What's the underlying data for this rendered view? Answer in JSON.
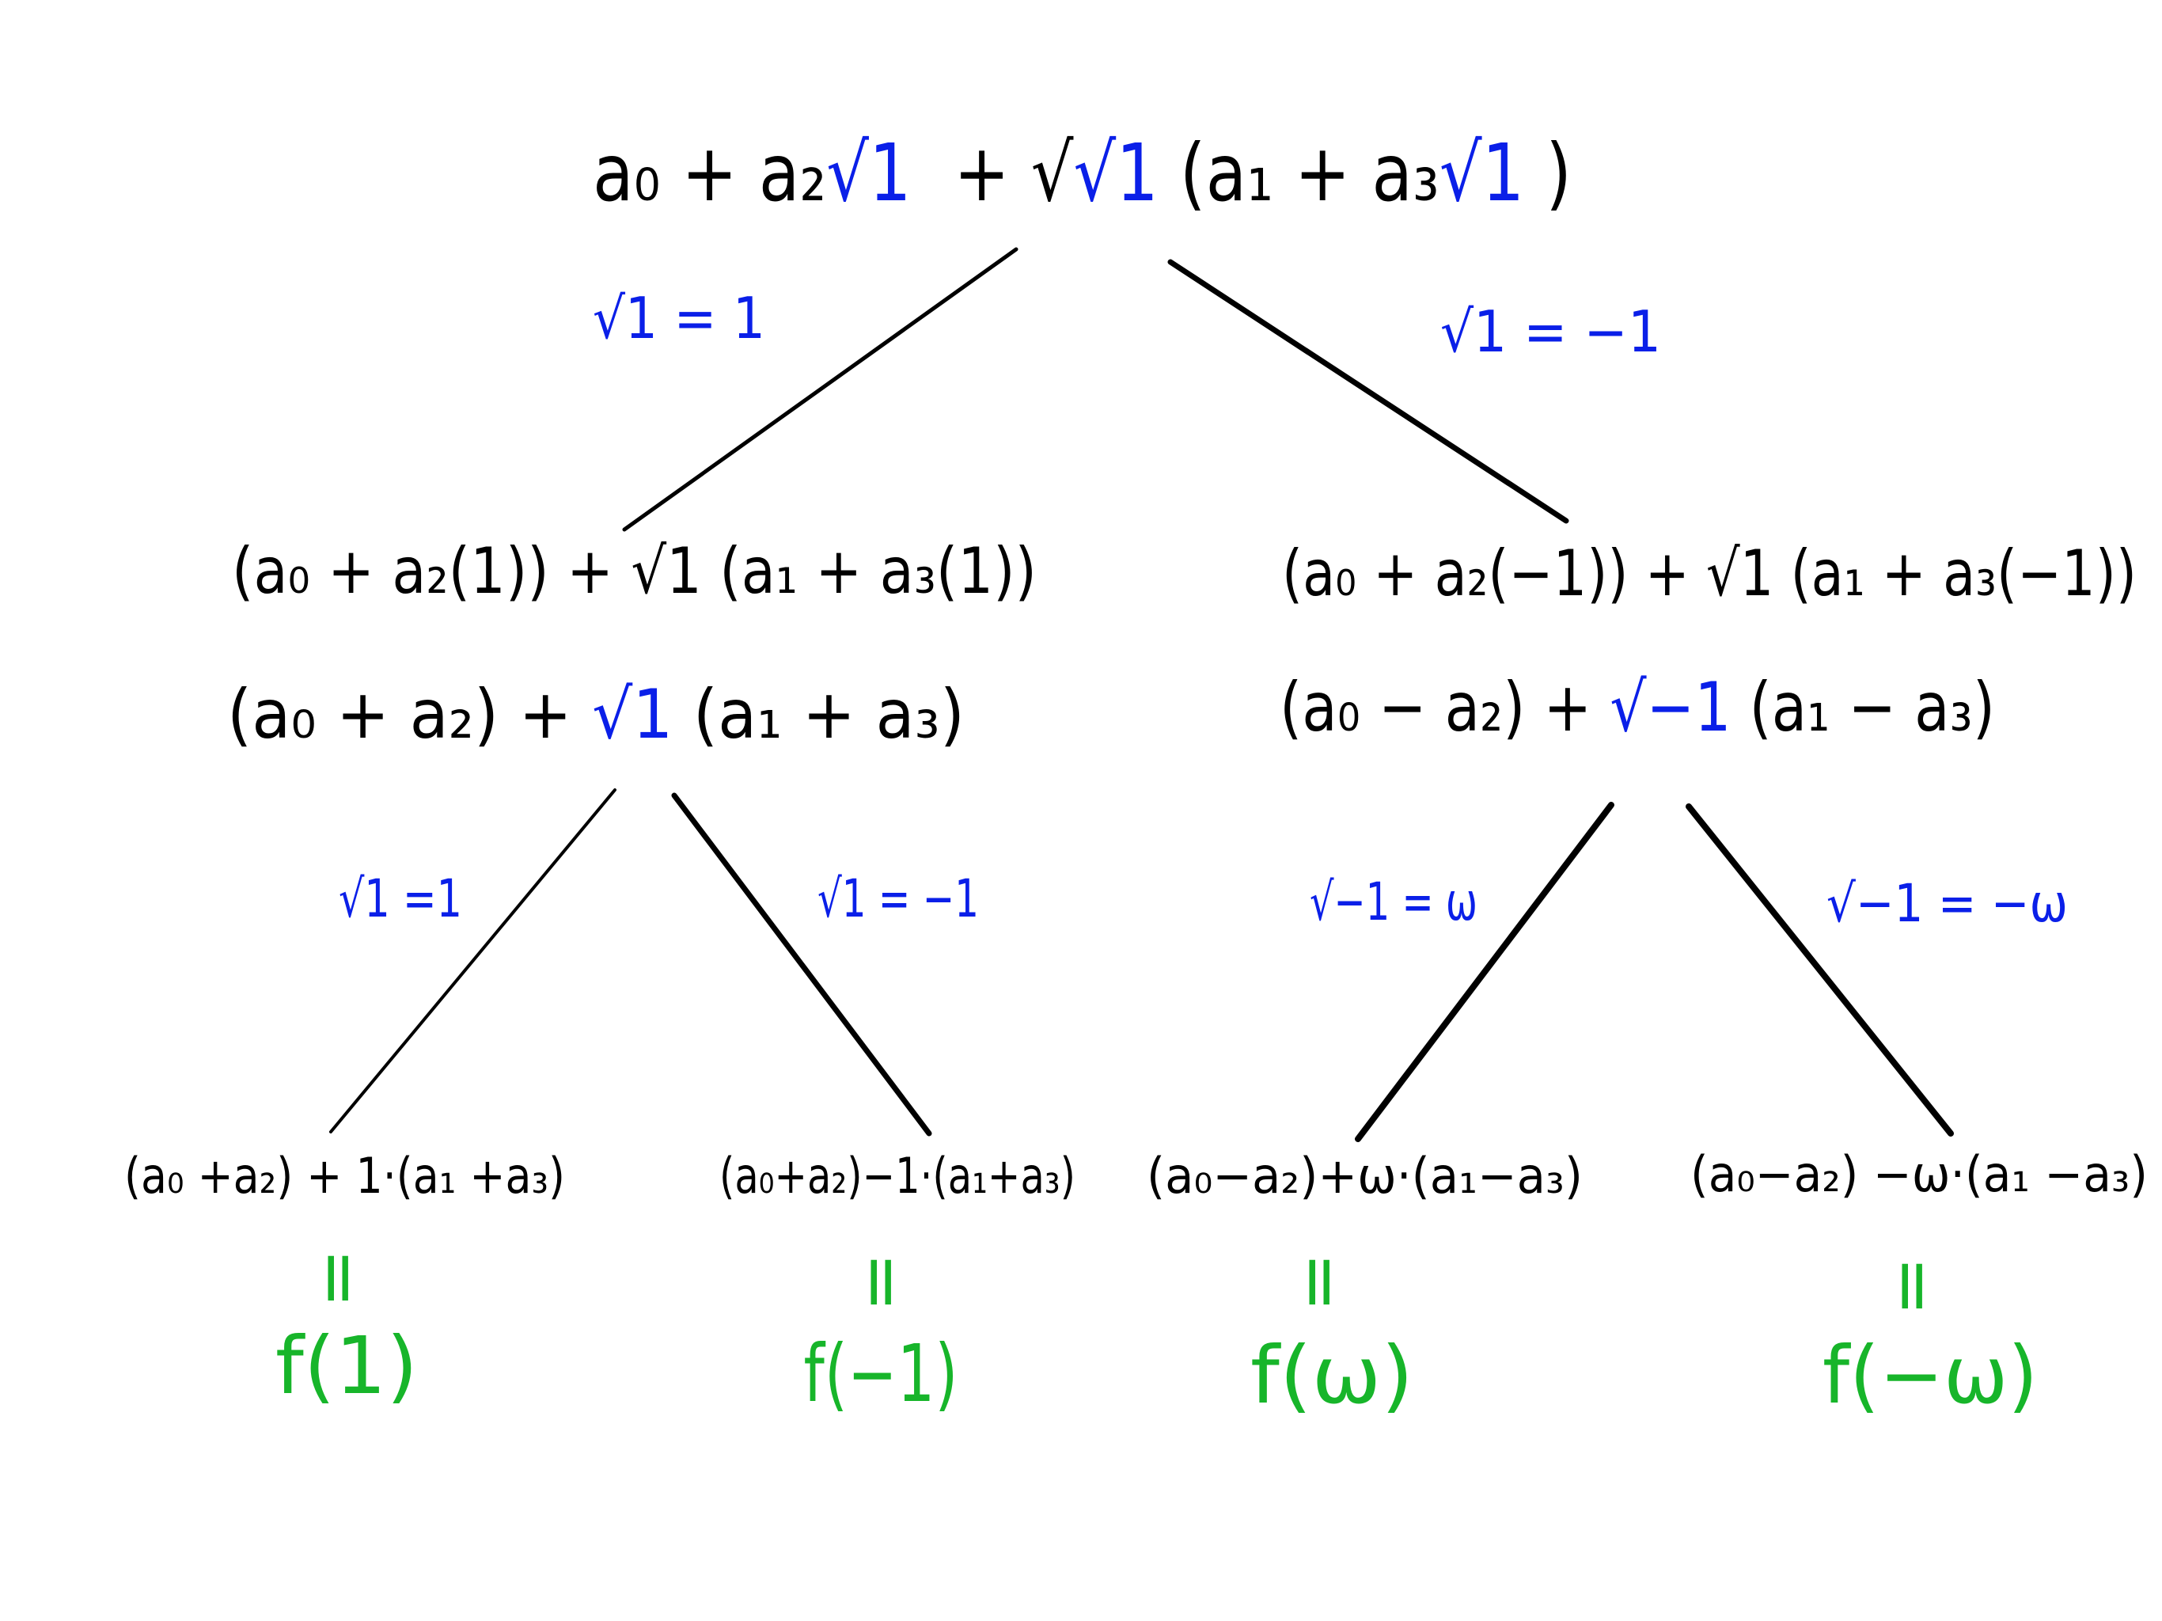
{
  "colors": {
    "ink": "#000000",
    "substitution": "#0a1fe8",
    "result": "#17b52a"
  },
  "root": {
    "segments": [
      {
        "text": "a₀ + a₂",
        "color": "ink"
      },
      {
        "text": "√1",
        "color": "substitution"
      },
      {
        "text": "  + √",
        "color": "ink"
      },
      {
        "text": "√1",
        "color": "substitution"
      },
      {
        "text": " (a₁ + a₃",
        "color": "ink"
      },
      {
        "text": "√1",
        "color": "substitution"
      },
      {
        "text": " )",
        "color": "ink"
      }
    ]
  },
  "edge_labels": {
    "left": "√1 = 1",
    "right": "√1 = −1",
    "left_left": "√1 =1",
    "left_right": "√1 = −1",
    "right_left": "√−1 = ω",
    "right_right": "√−1 = −ω"
  },
  "level1": {
    "left": {
      "expanded": "(a₀ + a₂(1)) + √1 (a₁ + a₃(1))",
      "simplified": [
        {
          "text": "(a₀ + a₂) + ",
          "color": "ink"
        },
        {
          "text": "√1",
          "color": "substitution"
        },
        {
          "text": " (a₁ + a₃)",
          "color": "ink"
        }
      ]
    },
    "right": {
      "expanded": "(a₀ + a₂(−1)) + √1 (a₁ + a₃(−1))",
      "simplified": [
        {
          "text": "(a₀ − a₂) + ",
          "color": "ink"
        },
        {
          "text": "√−1",
          "color": "substitution"
        },
        {
          "text": " (a₁ − a₃)",
          "color": "ink"
        }
      ]
    }
  },
  "leaves": [
    {
      "expression": "(a₀ +a₂) + 1·(a₁ +a₃)",
      "equals": "=",
      "value": "f(1)"
    },
    {
      "expression": "(a₀+a₂)−1·(a₁+a₃)",
      "equals": "=",
      "value": "f(−1)"
    },
    {
      "expression": "(a₀−a₂)+ω·(a₁−a₃)",
      "equals": "=",
      "value": "f(ω)"
    },
    {
      "expression": "(a₀−a₂) −ω·(a₁ −a₃)",
      "equals": "=",
      "value": "f(−ω)"
    }
  ]
}
